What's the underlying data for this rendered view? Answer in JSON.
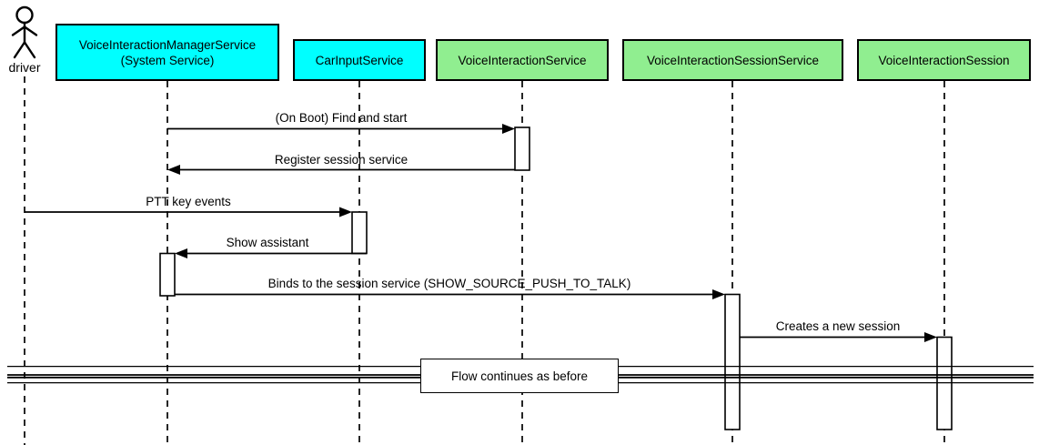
{
  "colors": {
    "participant_cyan": "#00FFFF",
    "participant_green": "#90EE90",
    "line": "#000000",
    "background": "#FFFFFF",
    "activation_fill": "#FFFFFF"
  },
  "actor": {
    "label": "driver"
  },
  "participants": [
    {
      "label": "VoiceInteractionManagerService",
      "sublabel": "(System Service)",
      "color": "#00FFFF"
    },
    {
      "label": "CarInputService",
      "color": "#00FFFF"
    },
    {
      "label": "VoiceInteractionService",
      "color": "#90EE90"
    },
    {
      "label": "VoiceInteractionSessionService",
      "color": "#90EE90"
    },
    {
      "label": "VoiceInteractionSession",
      "color": "#90EE90"
    }
  ],
  "messages": [
    {
      "label": "(On Boot) Find and start",
      "from": "VoiceInteractionManagerService",
      "to": "VoiceInteractionService"
    },
    {
      "label": "Register session service",
      "from": "VoiceInteractionService",
      "to": "VoiceInteractionManagerService"
    },
    {
      "label": "PTT key events",
      "from": "driver",
      "to": "CarInputService"
    },
    {
      "label": "Show assistant",
      "from": "CarInputService",
      "to": "VoiceInteractionManagerService"
    },
    {
      "label": "Binds to the session service (SHOW_SOURCE_PUSH_TO_TALK)",
      "from": "VoiceInteractionManagerService",
      "to": "VoiceInteractionSessionService"
    },
    {
      "label": "Creates a new session",
      "from": "VoiceInteractionSessionService",
      "to": "VoiceInteractionSession"
    }
  ],
  "divider": {
    "label": "Flow continues as before"
  }
}
